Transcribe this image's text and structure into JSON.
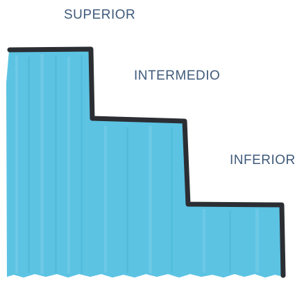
{
  "levels": {
    "top": "SUPERIOR",
    "middle": "INTERMEDIO",
    "bottom": "INFERIOR"
  },
  "colors": {
    "fill": "#5cc3e3",
    "fill_light": "#8fd6ee",
    "fill_dark": "#45b0d4",
    "outline": "#2b2e33",
    "label": "#3f5a7a"
  }
}
